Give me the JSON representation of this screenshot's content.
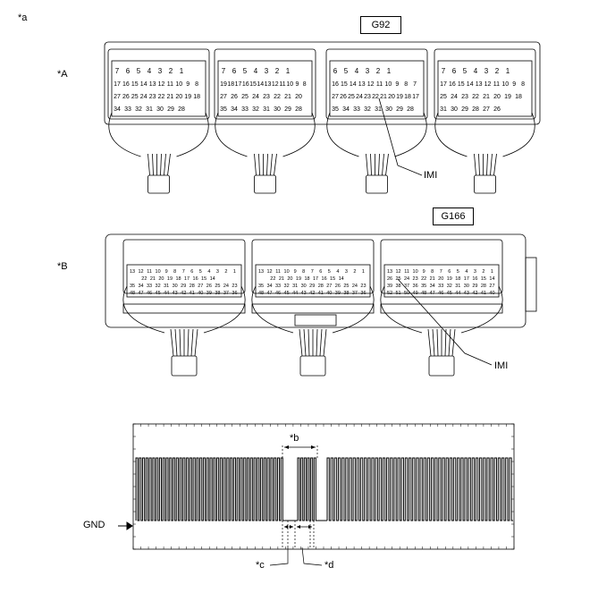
{
  "figure_label": "*a",
  "connector_a": {
    "label": "*A",
    "id": "G92",
    "pin_rows": [
      [
        [
          "7",
          "6",
          "5",
          "4",
          "3",
          "2",
          "1"
        ],
        [
          "17",
          "16",
          "15",
          "14",
          "13",
          "12",
          "11",
          "10",
          "9",
          "8"
        ],
        [
          "27",
          "26",
          "25",
          "24",
          "23",
          "22",
          "21",
          "20",
          "19",
          "18"
        ],
        [
          "34",
          "33",
          "32",
          "31",
          "30",
          "29",
          "28"
        ]
      ],
      [
        [
          "7",
          "6",
          "5",
          "4",
          "3",
          "2",
          "1"
        ],
        [
          "19",
          "18",
          "17",
          "16",
          "15",
          "14",
          "13",
          "12",
          "11",
          "10",
          "9",
          "8"
        ],
        [
          "27",
          "26",
          "25",
          "24",
          "23",
          "22",
          "21",
          "20"
        ],
        [
          "35",
          "34",
          "33",
          "32",
          "31",
          "30",
          "29",
          "28"
        ]
      ],
      [
        [
          "6",
          "5",
          "4",
          "3",
          "2",
          "1"
        ],
        [
          "16",
          "15",
          "14",
          "13",
          "12",
          "11",
          "10",
          "9",
          "8",
          "7"
        ],
        [
          "27",
          "26",
          "25",
          "24",
          "23",
          "22",
          "21",
          "20",
          "19",
          "18",
          "17"
        ],
        [
          "35",
          "34",
          "33",
          "32",
          "31",
          "30",
          "29",
          "28"
        ]
      ],
      [
        [
          "7",
          "6",
          "5",
          "4",
          "3",
          "2",
          "1"
        ],
        [
          "17",
          "16",
          "15",
          "14",
          "13",
          "12",
          "11",
          "10",
          "9",
          "8"
        ],
        [
          "25",
          "24",
          "23",
          "22",
          "21",
          "20",
          "19",
          "18"
        ],
        [
          "31",
          "30",
          "29",
          "28",
          "27",
          "26"
        ]
      ]
    ],
    "signal_label": "IMI"
  },
  "connector_b": {
    "label": "*B",
    "id": "G166",
    "pin_rows": [
      [
        [
          "13",
          "12",
          "11",
          "10",
          "9",
          "8",
          "7",
          "6",
          "5",
          "4",
          "3",
          "2",
          "1"
        ],
        [
          "22",
          "21",
          "20",
          "19",
          "18",
          "17",
          "16",
          "15",
          "14"
        ],
        [
          "35",
          "34",
          "33",
          "32",
          "31",
          "30",
          "29",
          "28",
          "27",
          "26",
          "25",
          "24",
          "23"
        ],
        [
          "48",
          "47",
          "46",
          "45",
          "44",
          "43",
          "42",
          "41",
          "40",
          "39",
          "38",
          "37",
          "36"
        ]
      ],
      [
        [
          "13",
          "12",
          "11",
          "10",
          "9",
          "8",
          "7",
          "6",
          "5",
          "4",
          "3",
          "2",
          "1"
        ],
        [
          "22",
          "21",
          "20",
          "19",
          "18",
          "17",
          "16",
          "15",
          "14"
        ],
        [
          "35",
          "34",
          "33",
          "32",
          "31",
          "30",
          "29",
          "28",
          "27",
          "26",
          "25",
          "24",
          "23"
        ],
        [
          "48",
          "47",
          "46",
          "45",
          "44",
          "43",
          "42",
          "41",
          "40",
          "39",
          "38",
          "37",
          "36"
        ]
      ],
      [
        [
          "13",
          "12",
          "11",
          "10",
          "9",
          "8",
          "7",
          "6",
          "5",
          "4",
          "3",
          "2",
          "1"
        ],
        [
          "26",
          "25",
          "24",
          "23",
          "22",
          "21",
          "20",
          "19",
          "18",
          "17",
          "16",
          "15",
          "14"
        ],
        [
          "39",
          "38",
          "37",
          "36",
          "35",
          "34",
          "33",
          "32",
          "31",
          "30",
          "29",
          "28",
          "27"
        ],
        [
          "52",
          "51",
          "50",
          "49",
          "48",
          "47",
          "46",
          "45",
          "44",
          "43",
          "42",
          "41",
          "40"
        ]
      ]
    ],
    "signal_label": "IMI"
  },
  "waveform": {
    "gnd_label": "GND",
    "annotation_b": "*b",
    "annotation_c": "*c",
    "annotation_d": "*d",
    "burst_1_pulses": 44,
    "burst_2_pulses": 6,
    "burst_3_pulses": 50
  }
}
